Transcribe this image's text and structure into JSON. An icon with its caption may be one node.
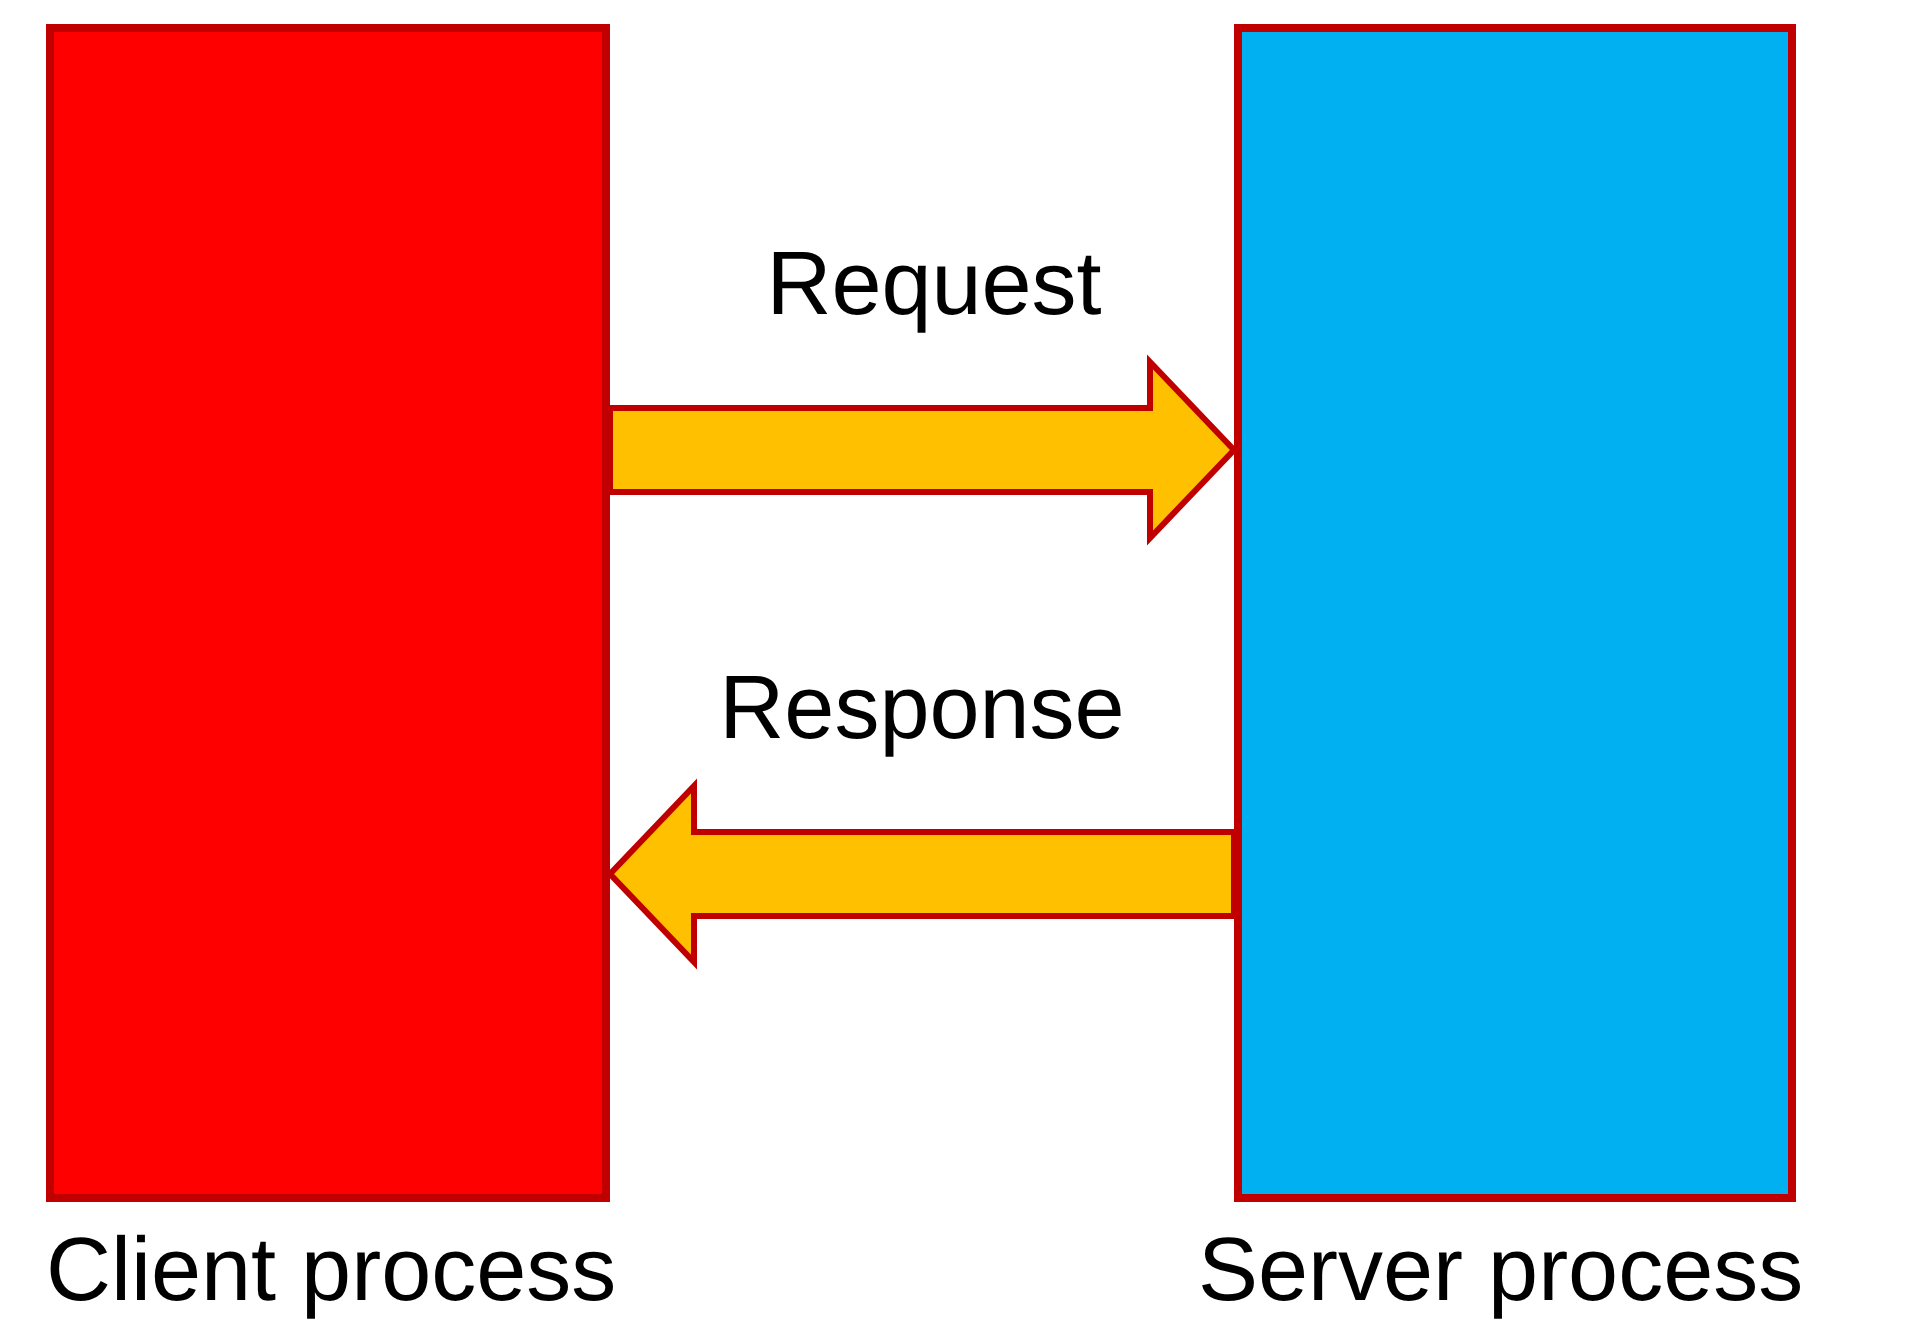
{
  "diagram": {
    "nodes": [
      {
        "text": [
          "Client process"
        ]
      },
      {
        "text": [
          "Server process"
        ]
      }
    ],
    "edges": [
      {
        "from": 0,
        "to": 1,
        "arrow": "to",
        "label": "Request"
      },
      {
        "from": 1,
        "to": 0,
        "arrow": "to",
        "label": "Response"
      }
    ]
  }
}
